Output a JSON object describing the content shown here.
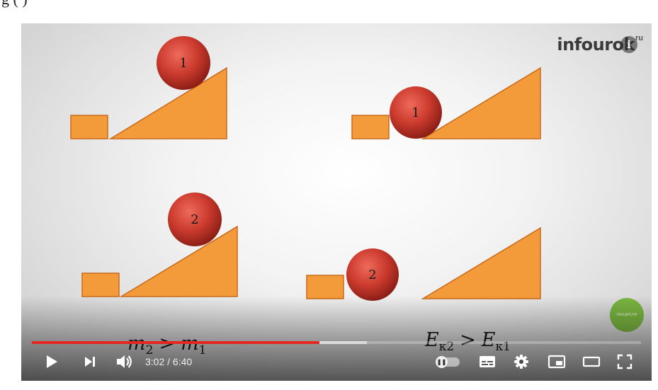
{
  "page": {
    "header_text": "g        (       )"
  },
  "video": {
    "logo_text": "infourok",
    "logo_suffix": "ru",
    "info_label": "i",
    "badge_text": "ЛЕКЦИЯ.РФ",
    "balls": [
      "1",
      "1",
      "2",
      "2"
    ],
    "formula_left": {
      "var": "m",
      "sub_a": "2",
      "op": ">",
      "sub_b": "1"
    },
    "formula_right": {
      "var": "E",
      "sub_a": "к2",
      "op": ">",
      "sub_b": "к1"
    },
    "colors": {
      "ball": "#cc3b2e",
      "incline": "#f39a3a",
      "incline_stroke": "#c96a1a",
      "progress_played": "#e52622"
    }
  },
  "player": {
    "progress": {
      "played_fraction": 0.4723,
      "buffered_fraction": 0.55
    },
    "time_current": "3:02",
    "time_separator": " / ",
    "time_total": "6:40",
    "controls": {
      "play": "play-icon",
      "next": "next-icon",
      "volume": "volume-icon",
      "autoplay": "autoplay-toggle",
      "subtitles": "subtitles-icon",
      "settings": "gear-icon",
      "miniplayer": "miniplayer-icon",
      "theater": "theater-icon",
      "fullscreen": "fullscreen-icon"
    }
  }
}
